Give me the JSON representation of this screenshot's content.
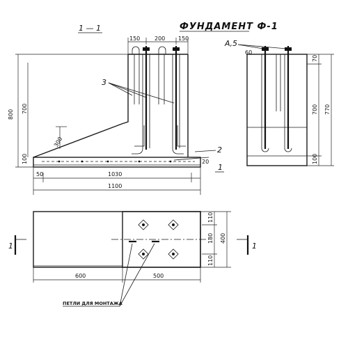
{
  "drawing": {
    "section_title": "1 — 1",
    "foundation_title": "ФУНДАМЕНТ Ф-1",
    "section_mark_left": "1",
    "section_mark_right": "1",
    "plan_mark_left": "1",
    "plan_mark_right": "1",
    "callouts": {
      "three": "3",
      "two": "2",
      "a5": "А,5"
    },
    "dims": {
      "top_150_left": "150",
      "top_200": "200",
      "top_150_right": "150",
      "height_800": "800",
      "height_700": "700",
      "slope_300": "300",
      "base_100": "100",
      "base_50": "50",
      "width_1030": "1030",
      "width_1100": "1100",
      "small_20": "20",
      "side_60": "60",
      "side_70": "70",
      "side_700": "700",
      "side_770": "770",
      "side_100": "100",
      "plan_600": "600",
      "plan_500": "500",
      "plan_110_top": "110",
      "plan_180": "180",
      "plan_110_bottom": "110",
      "plan_400": "400"
    },
    "note": "ПЕТЛИ ДЛЯ МОНТАЖА"
  }
}
